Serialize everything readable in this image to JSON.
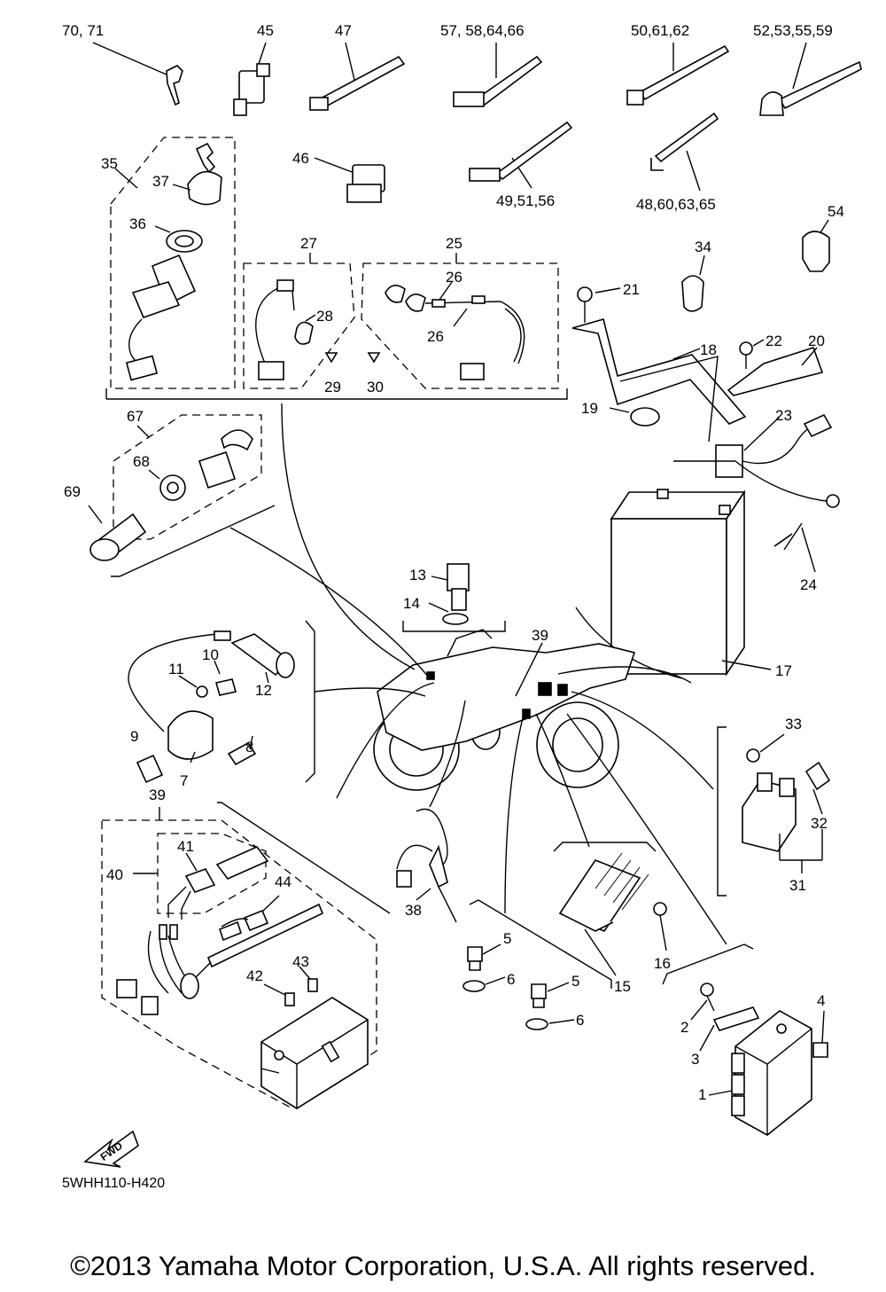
{
  "diagram": {
    "doc_code": "5WHH110-H420",
    "copyright": "©2013 Yamaha Motor Corporation, U.S.A. All rights reserved.",
    "fwd_label": "FWD",
    "callouts": {
      "c70_71": "70, 71",
      "c45": "45",
      "c47": "47",
      "c57": "57, 58,64,66",
      "c50": "50,61,62",
      "c52": "52,53,55,59",
      "c46": "46",
      "c49": "49,51,56",
      "c48": "48,60,63,65",
      "c54": "54",
      "c35": "35",
      "c37": "37",
      "c36": "36",
      "c27": "27",
      "c28": "28",
      "c25": "25",
      "c26a": "26",
      "c26b": "26",
      "c29": "29",
      "c30": "30",
      "c34": "34",
      "c21": "21",
      "c22": "22",
      "c20": "20",
      "c18": "18",
      "c19": "19",
      "c23": "23",
      "c24": "24",
      "c17": "17",
      "c67": "67",
      "c68": "68",
      "c69": "69",
      "c13": "13",
      "c14": "14",
      "c39a": "39",
      "c10": "10",
      "c11": "11",
      "c12": "12",
      "c8": "8",
      "c9": "9",
      "c7": "7",
      "c39b": "39",
      "c41": "41",
      "c40": "40",
      "c44": "44",
      "c43": "43",
      "c42": "42",
      "c38": "38",
      "c33": "33",
      "c32": "32",
      "c31": "31",
      "c16": "16",
      "c15": "15",
      "c5a": "5",
      "c6a": "6",
      "c5b": "5",
      "c6b": "6",
      "c2": "2",
      "c4": "4",
      "c3": "3",
      "c1": "1"
    }
  }
}
